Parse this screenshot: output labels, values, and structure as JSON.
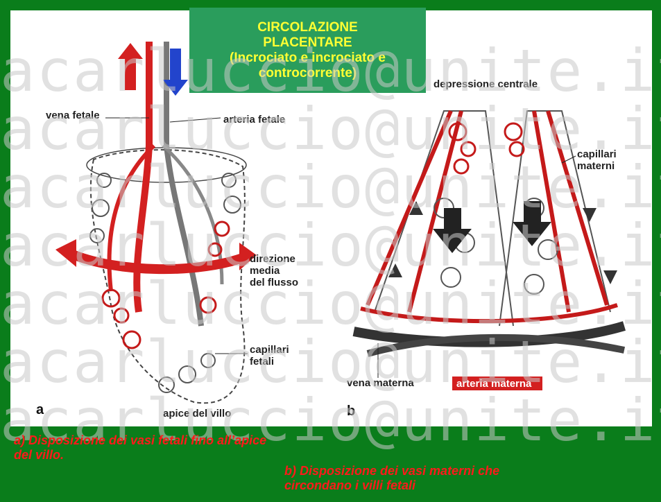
{
  "title": {
    "line1": "CIRCOLAZIONE",
    "line2": "PLACENTARE",
    "line3": "(Incrociato e incrociato e",
    "line4": "controcorrente)"
  },
  "labels_a": {
    "vena_fetale": "vena fetale",
    "arteria_fetale": "arteria fetale",
    "direzione_1": "direzione",
    "direzione_2": "media",
    "direzione_3": "del flusso",
    "capillari_fetali_1": "capillari",
    "capillari_fetali_2": "fetali",
    "apice": "apice del villo",
    "letter": "a"
  },
  "labels_b": {
    "depressione": "depressione centrale",
    "capillari_materni_1": "capillari",
    "capillari_materni_2": "materni",
    "vena_materna": "vena materna",
    "arteria_materna": "arteria materna",
    "letter": "b"
  },
  "captions": {
    "a_line1": "a) Disposizione dei vasi fetali fino all’apice",
    "a_line2": "del villo.",
    "b_line1": "b) Disposizione dei vasi materni che",
    "b_line2": "circondano i villi fetali"
  },
  "watermark": "acarluccio@unite.it",
  "colors": {
    "background": "#0a7d1b",
    "title_box": "#2a9d5c",
    "title_text": "#ffff33",
    "caption_text": "#ff1a1a",
    "vessel_red": "#d32020",
    "vessel_blue": "#2244cc"
  }
}
